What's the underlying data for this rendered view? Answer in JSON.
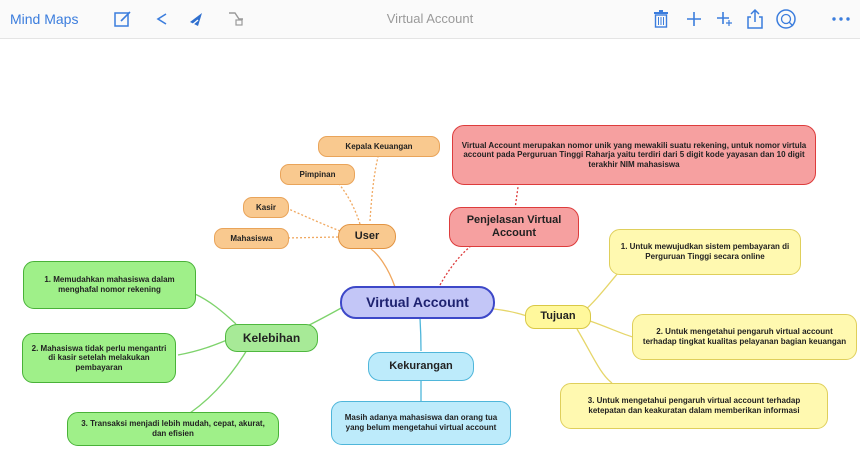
{
  "toolbar": {
    "app_title": "Mind Maps",
    "doc_title": "Virtual Account",
    "left_icons": [
      "edit-icon",
      "undo-icon",
      "redo-icon",
      "layout-icon"
    ],
    "right_icons": [
      "trash-icon",
      "add-node-icon",
      "add-child-icon",
      "share-icon",
      "theme-icon",
      "more-icon"
    ]
  },
  "map": {
    "center": "Virtual Account",
    "user": {
      "label": "User",
      "children": [
        "Kepala Keuangan",
        "Pimpinan",
        "Kasir",
        "Mahasiswa"
      ]
    },
    "penjelasan": {
      "label": "Penjelasan Virtual Account",
      "text": "Virtual Account merupakan nomor unik yang mewakili suatu rekening, untuk nomor virtula account pada Perguruan Tinggi Raharja yaitu terdiri dari 5 digit kode yayasan dan 10 digit terakhir NIM mahasiswa"
    },
    "tujuan": {
      "label": "Tujuan",
      "children": [
        "1. Untuk mewujudkan sistem pembayaran di Perguruan Tinggi secara online",
        "2. Untuk mengetahui pengaruh virtual account terhadap tingkat kualitas pelayanan bagian keuangan",
        "3. Untuk mengetahui pengaruh virtual account terhadap ketepatan dan keakuratan dalam memberikan informasi"
      ]
    },
    "kelebihan": {
      "label": "Kelebihan",
      "children": [
        "1. Memudahkan mahasiswa dalam menghafal nomor rekening",
        "2. Mahasiswa tidak perlu mengantri di kasir setelah melakukan pembayaran",
        "3. Transaksi menjadi lebih mudah, cepat, akurat, dan efisien"
      ]
    },
    "kekurangan": {
      "label": "Kekurangan",
      "text": "Masih adanya mahasiswa dan orang tua yang belum mengetahui virtual account"
    }
  },
  "colors": {
    "accent": "#3b7ddd",
    "user": "#f9c98f",
    "penjelasan": "#f6a0a0",
    "center": "#c3c6f7",
    "tujuan": "#fff89c",
    "kelebihan": "#a7ea97",
    "kekurangan": "#bdebfb"
  }
}
